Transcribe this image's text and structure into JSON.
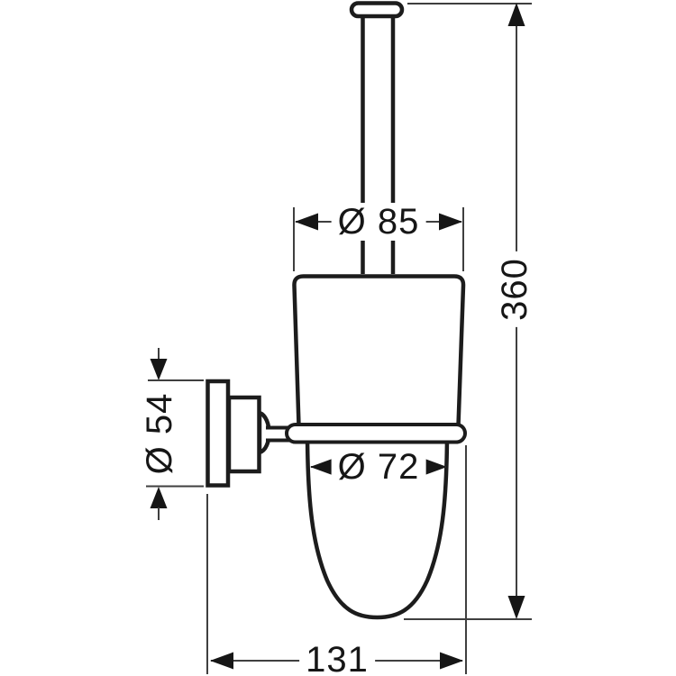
{
  "page": {
    "background_color": "#ffffff"
  },
  "drawing": {
    "object_line_color": "#1c1c1c",
    "dimension_line_color": "#3f3f3f",
    "arrow_color": "#161616",
    "dimension_labels": {
      "top_diameter": "Ø 85",
      "cup_diameter": "Ø 72",
      "rosette_diameter": "Ø 54",
      "overall_height": "360",
      "wall_projection": "131"
    }
  }
}
